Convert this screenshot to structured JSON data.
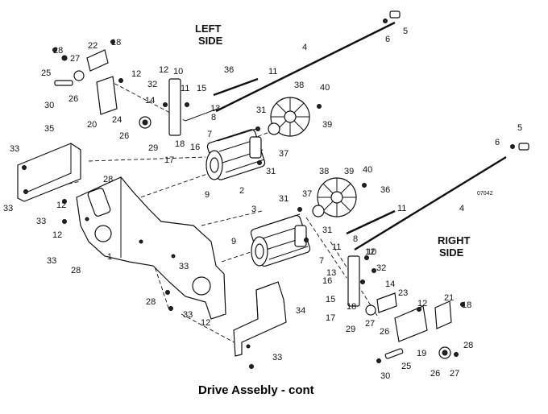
{
  "caption": "Drive Assebly - cont",
  "figure_code": "07042",
  "side_labels": {
    "left": [
      "LEFT",
      "SIDE"
    ],
    "right": [
      "RIGHT",
      "SIDE"
    ]
  },
  "callouts": [
    "1",
    "2",
    "3",
    "4",
    "5",
    "6",
    "7",
    "8",
    "9",
    "10",
    "11",
    "12",
    "13",
    "14",
    "15",
    "16",
    "17",
    "18",
    "19",
    "20",
    "21",
    "22",
    "23",
    "24",
    "25",
    "26",
    "27",
    "28",
    "29",
    "30",
    "31",
    "32",
    "33",
    "34",
    "35",
    "36",
    "37",
    "38",
    "39",
    "40"
  ]
}
